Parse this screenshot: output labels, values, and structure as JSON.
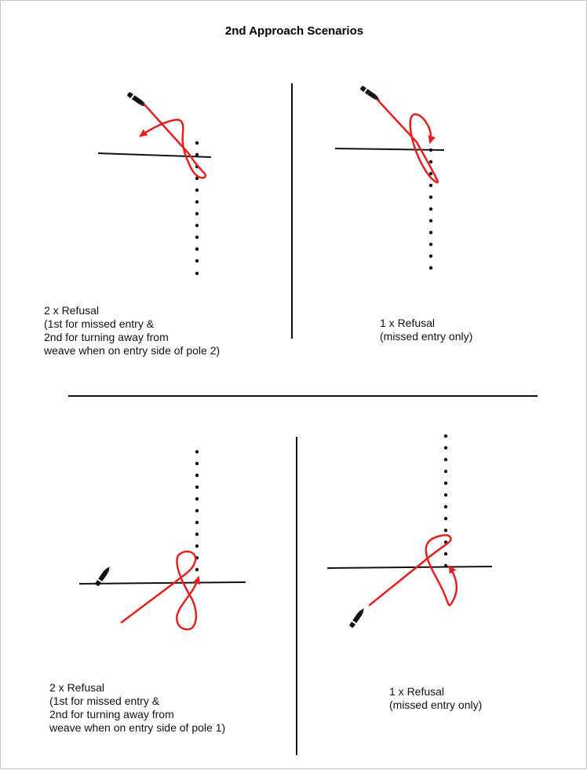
{
  "title": "2nd Approach Scenarios",
  "colors": {
    "path": "#e4201f",
    "line": "#111111",
    "handler": "#111111"
  },
  "icons": {
    "handler": "pen-marker-icon",
    "pole": "dot-icon"
  },
  "scenarios": [
    {
      "caption": [
        "2 x Refusal",
        "(1st for missed entry &",
        "2nd for turning away from",
        "weave when on entry side of pole 2)"
      ]
    },
    {
      "caption": [
        "1 x Refusal",
        "(missed entry only)"
      ]
    },
    {
      "caption": [
        "2 x Refusal",
        "(1st for missed entry &",
        "2nd for turning away from",
        "weave when on entry side of pole 1)"
      ]
    },
    {
      "caption": [
        "1 x Refusal",
        "(missed entry only)"
      ]
    }
  ]
}
